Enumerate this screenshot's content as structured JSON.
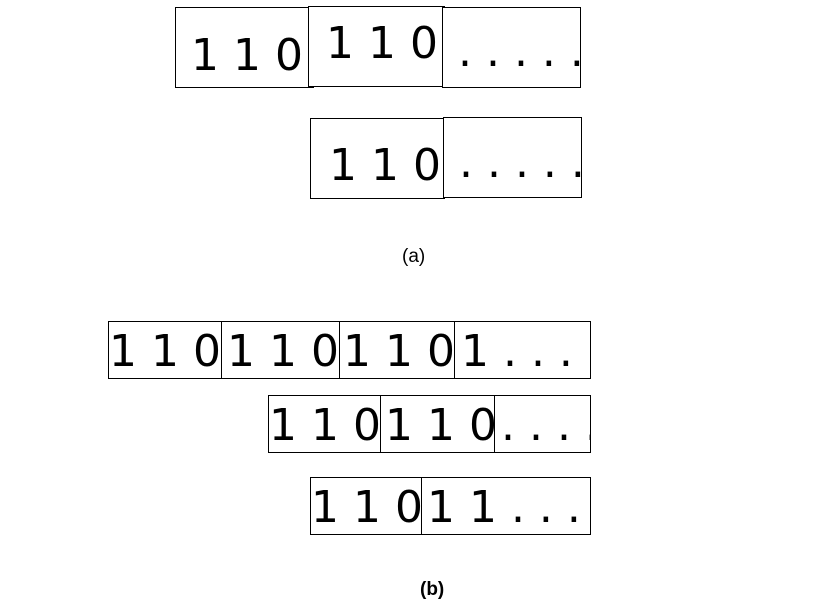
{
  "diagram_a": {
    "row1": [
      "1 1 0",
      "1 1 0",
      ". . . . ."
    ],
    "row2": [
      "1 1 0",
      ". . . . ."
    ],
    "caption": "(a)"
  },
  "diagram_b": {
    "row1": [
      "1 1 0",
      "1 1 0",
      "1 1 0",
      "1 . . . ."
    ],
    "row2": [
      "1 1 0",
      "1 1 0",
      ". . . ."
    ],
    "row3": [
      "1 1 0",
      "1 1 . . . ."
    ],
    "caption": "(b)"
  }
}
